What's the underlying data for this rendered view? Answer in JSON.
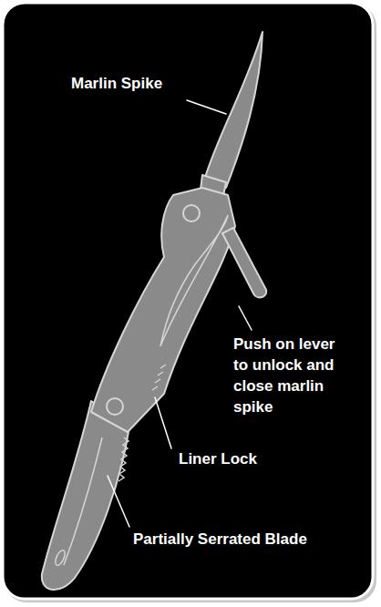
{
  "diagram": {
    "labels": [
      "Marlin Spike",
      "Push on lever to unlock and close marlin spike",
      "Liner Lock",
      "Partially Serrated Blade"
    ]
  }
}
